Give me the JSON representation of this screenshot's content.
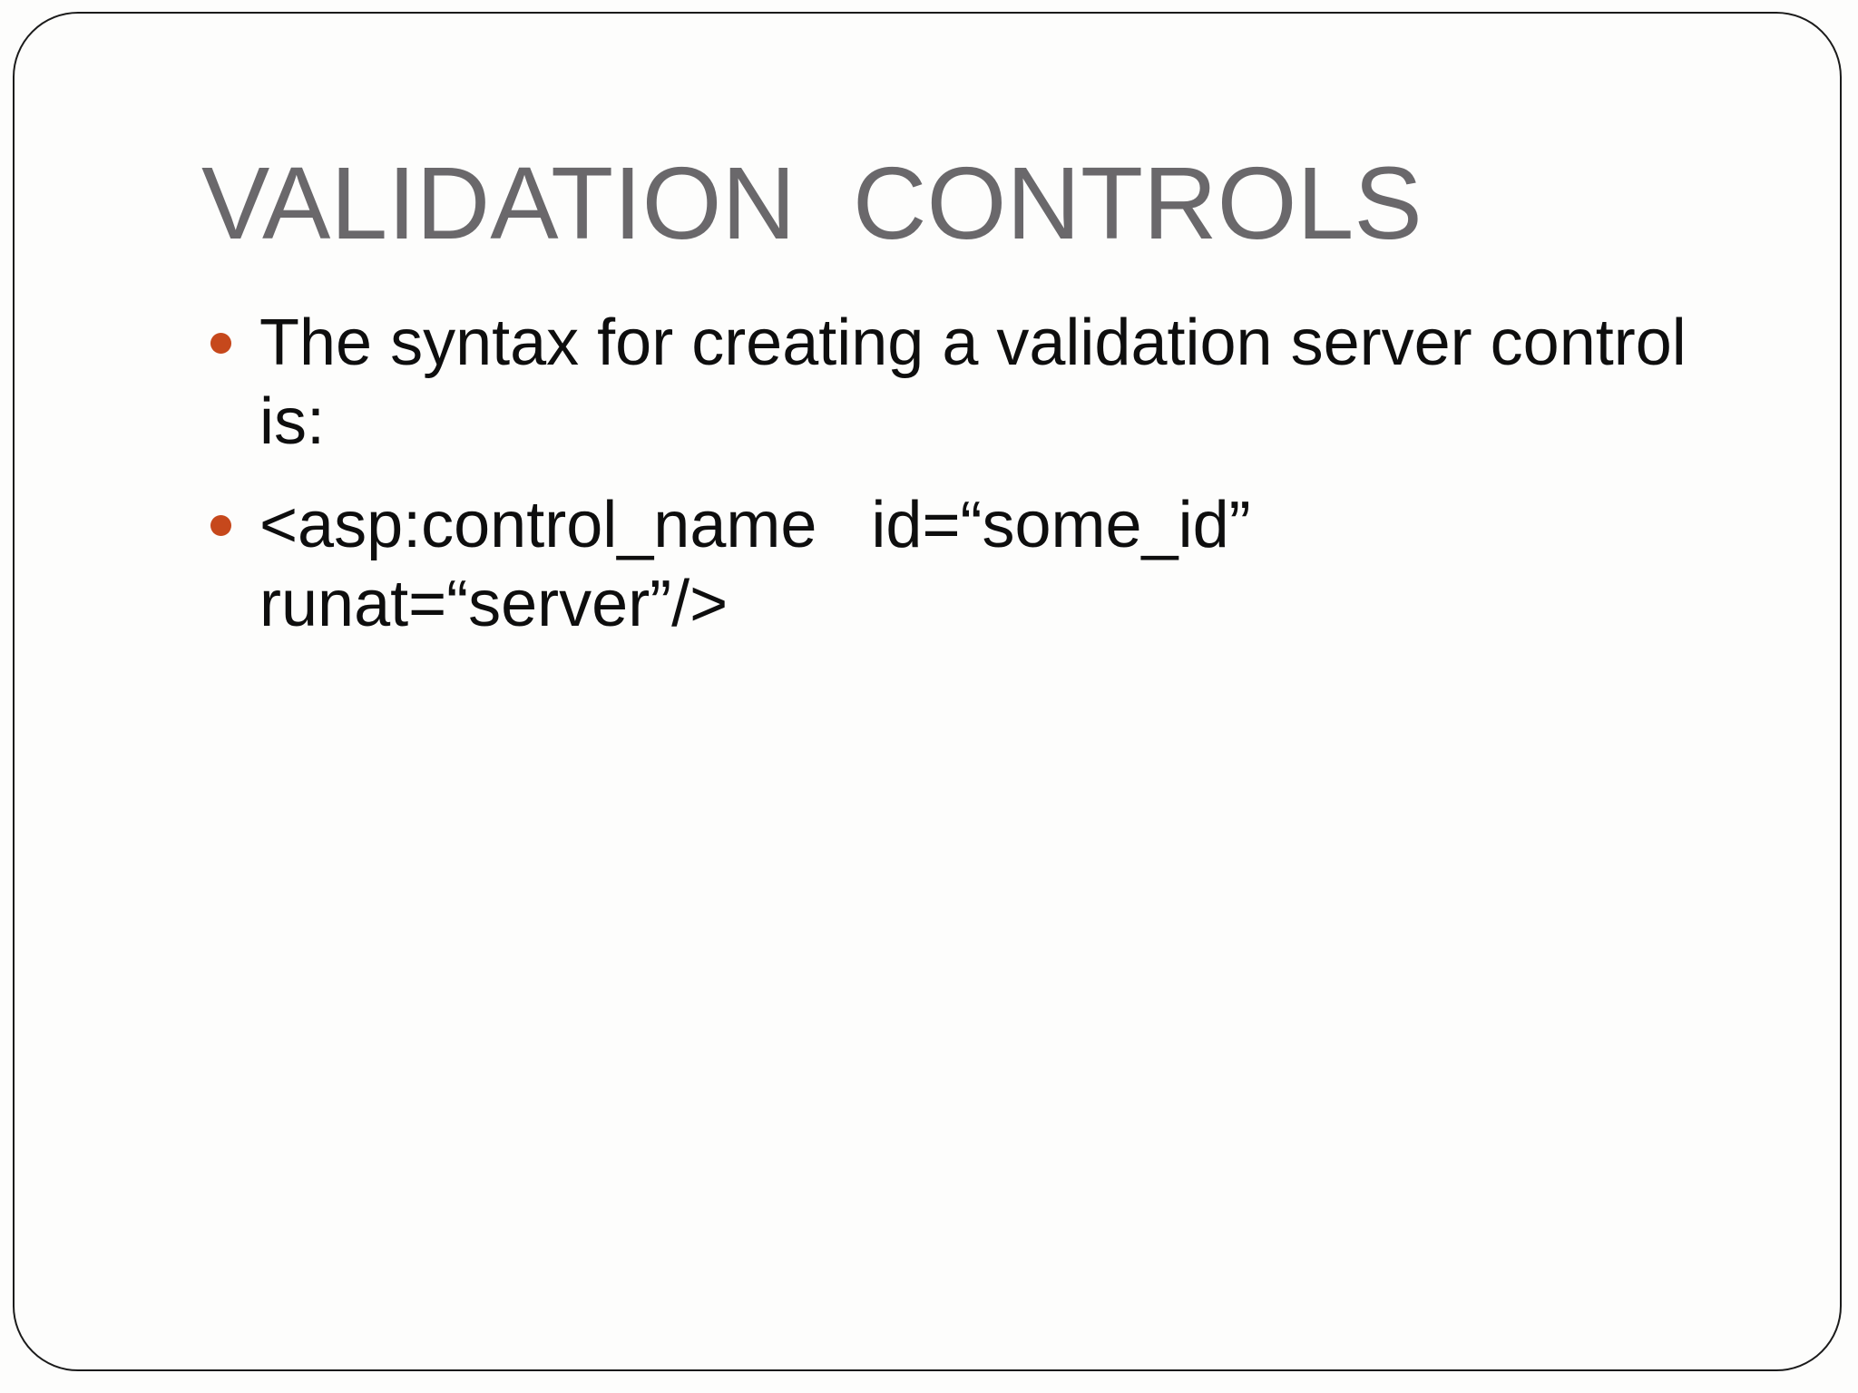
{
  "slide": {
    "title": "VALIDATION  CONTROLS",
    "bullets": [
      "The syntax for creating a validation server control\nis:",
      "<asp:control_name   id=“some_id”\nrunat=“server”/>"
    ],
    "colors": {
      "title_text": "#6A686B",
      "body_text": "#0E0E0E",
      "bullet_accent": "#C6481C",
      "border": "#1B1B1B",
      "background": "#FDFDFC"
    }
  }
}
